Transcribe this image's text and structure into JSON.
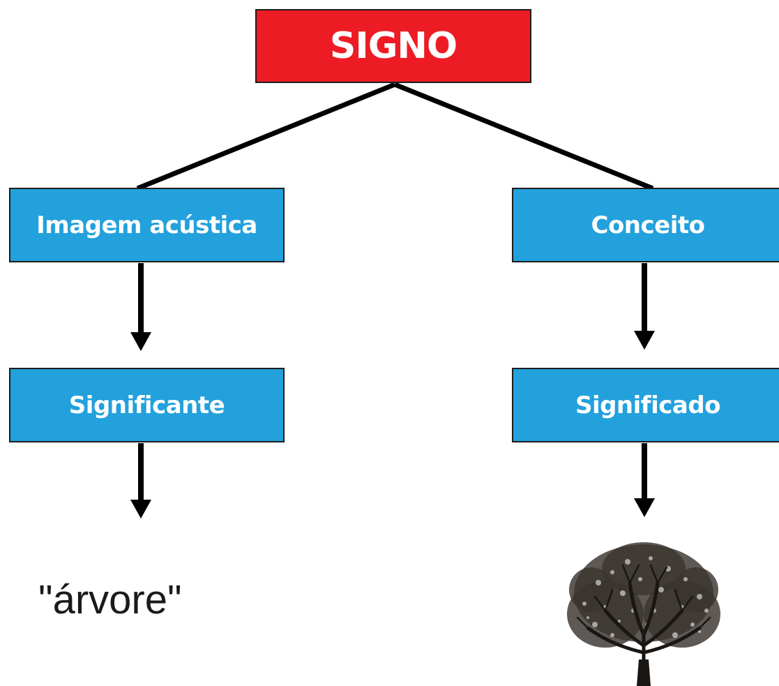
{
  "diagram": {
    "root": {
      "label": "SIGNO",
      "color": "#ed1c24"
    },
    "branches": [
      {
        "top_label": "Imagem acústica",
        "bottom_label": "Significante",
        "example_text": "\"árvore\"",
        "color": "#22a1dc"
      },
      {
        "top_label": "Conceito",
        "bottom_label": "Significado",
        "example_image": "tree-illustration",
        "color": "#22a1dc"
      }
    ]
  }
}
